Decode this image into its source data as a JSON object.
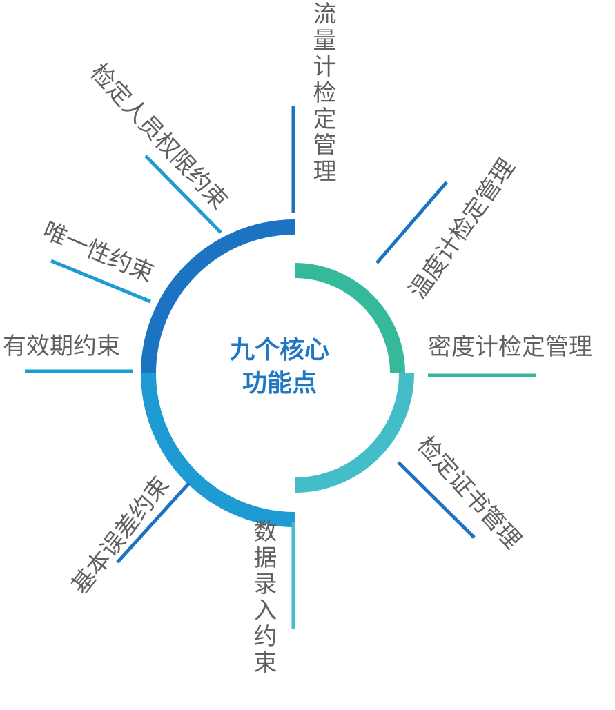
{
  "center": {
    "line1": "九个核心",
    "line2": "功能点"
  },
  "labels": {
    "flow": "流量计检定管理",
    "temperature": "温度计检定管理",
    "density": "密度计检定管理",
    "certificate": "检定证书管理",
    "data_entry": "数据录入约束",
    "basic_error": "基本误差约束",
    "validity": "有效期约束",
    "uniqueness": "唯一性约束",
    "personnel": "检定人员权限约束"
  },
  "colors": {
    "dark_blue": "#1b73c1",
    "mid_blue": "#1f9bd4",
    "teal": "#36b99a",
    "cyan": "#43bec9",
    "text_gray": "#5f5f5f",
    "title_blue": "#1f78c1"
  }
}
